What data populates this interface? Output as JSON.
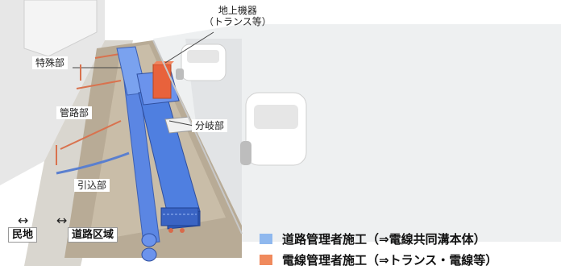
{
  "labels": {
    "ground_equipment_line1": "地上機器",
    "ground_equipment_line2": "（トランス等）",
    "special_section": "特殊部",
    "pipeline_section": "管路部",
    "branch_section": "分岐部",
    "lead_in_section": "引込部",
    "private_land": "民地",
    "road_area": "道路区域"
  },
  "legend": [
    {
      "text": "道路管理者施工（⇒電線共同溝本体）",
      "color": "#8fb8ee"
    },
    {
      "text": "電線管理者施工（⇒トランス・電線等）",
      "color": "#f08a5d"
    }
  ],
  "colors": {
    "duct_blue": "#4f7fe0",
    "duct_light_blue": "#8fb8ee",
    "transformer_orange": "#e8623c",
    "trench_brown": "#b8ab96"
  },
  "icons": {
    "ground_equipment": "transformer-box-icon",
    "vehicle": "car-icon",
    "direction": "left-right-arrow-icon"
  }
}
